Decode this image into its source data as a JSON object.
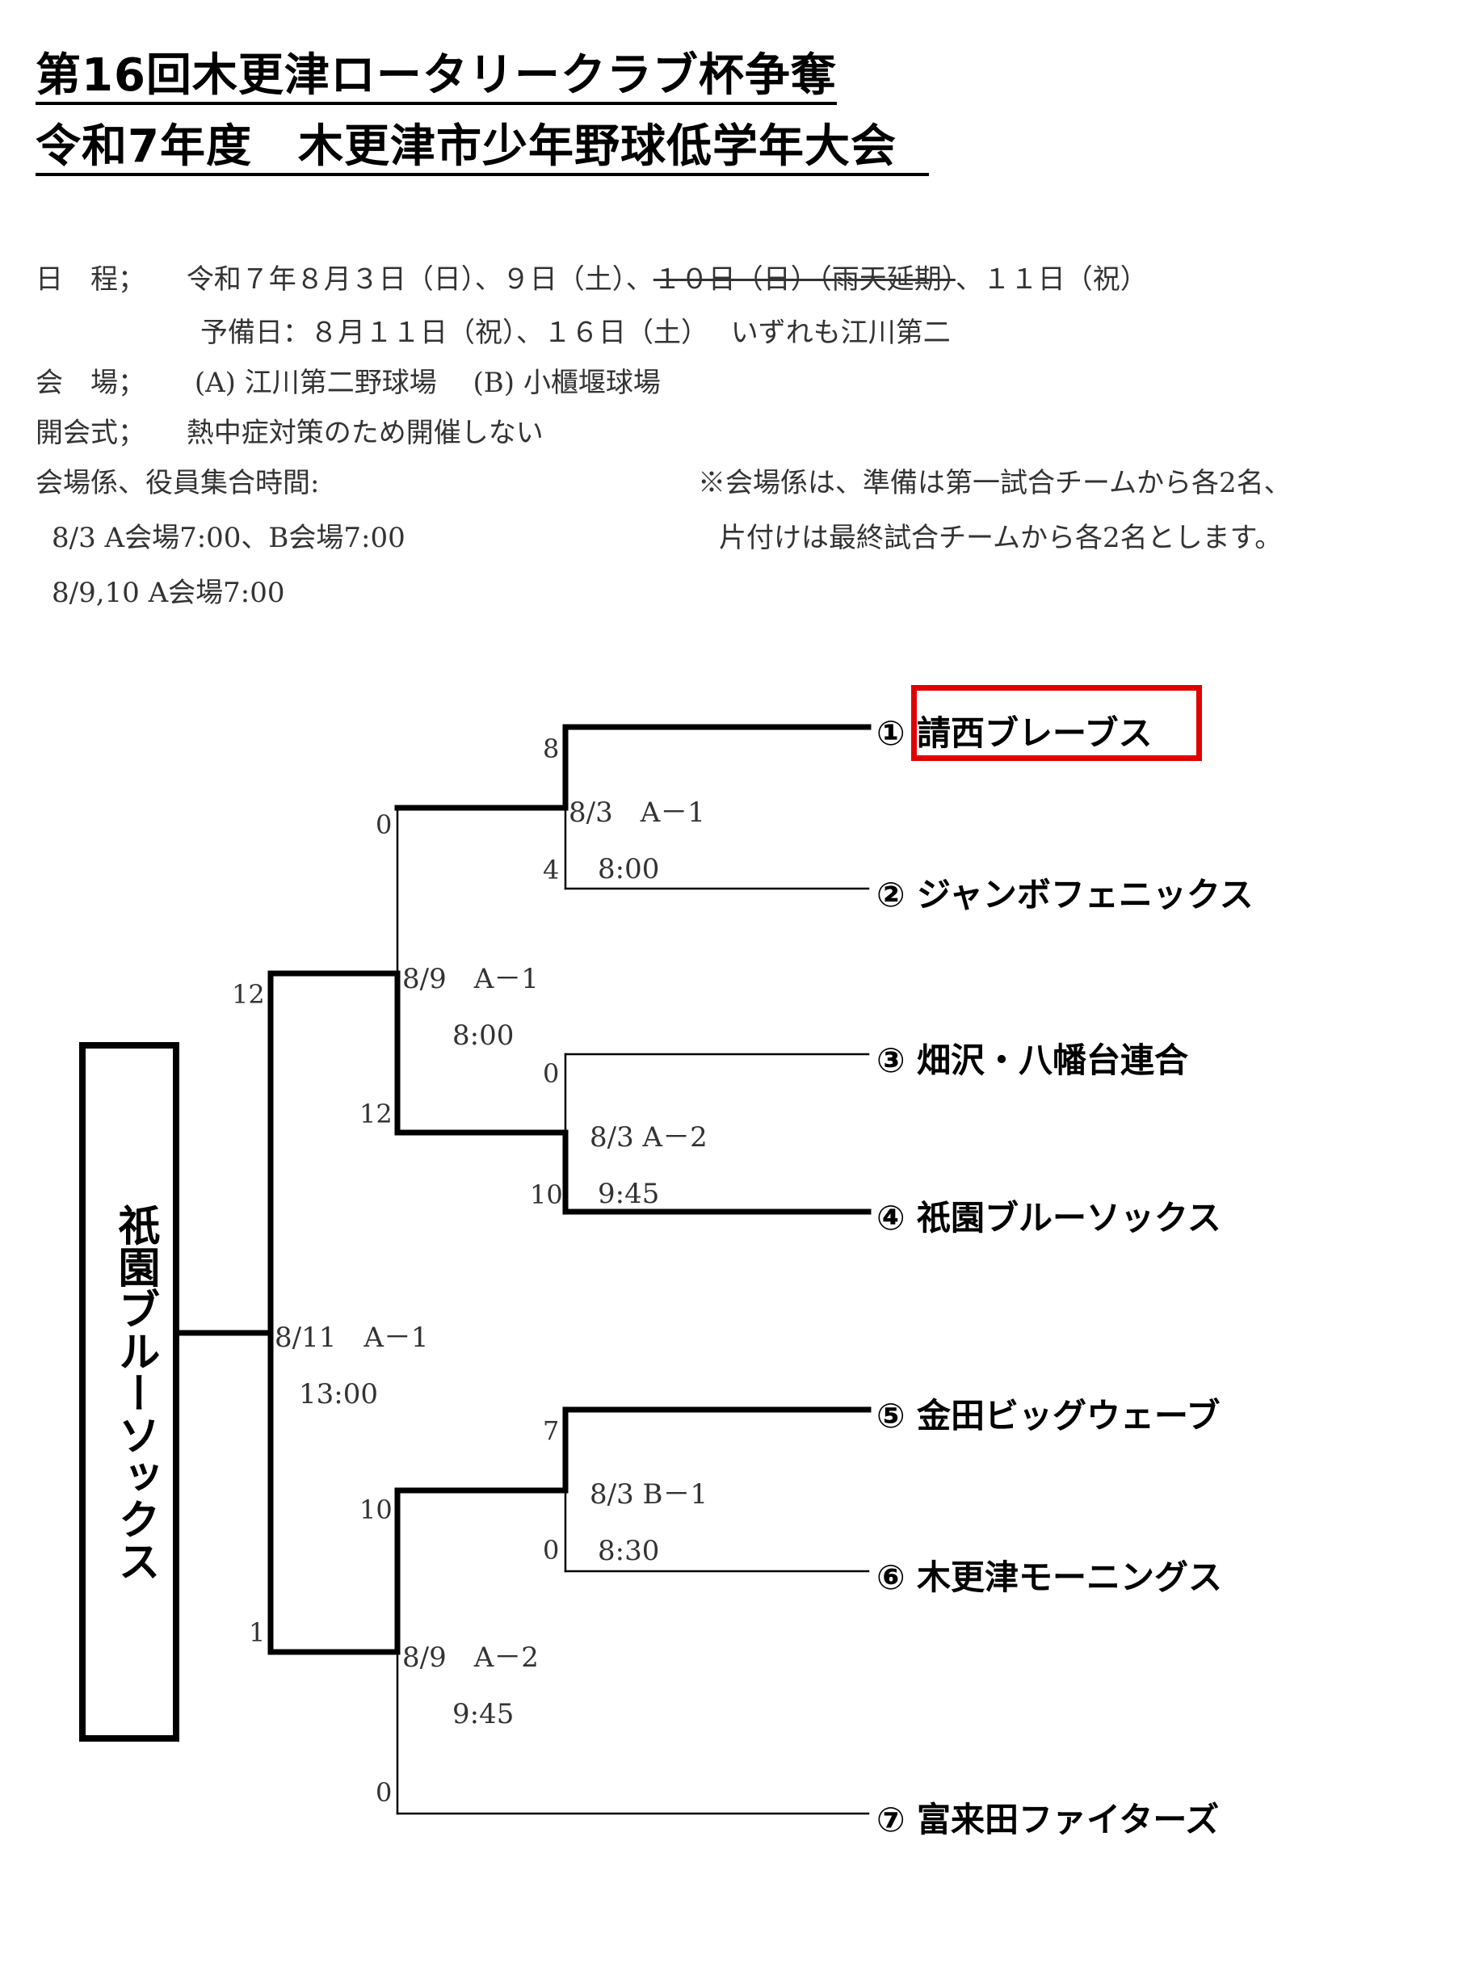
{
  "header": {
    "title_line1": "第16回木更津ロータリークラブ杯争奪",
    "title_line2": "令和7年度　木更津市少年野球低学年大会"
  },
  "info": {
    "schedule_label": "日　程；",
    "schedule_value_a": "令和７年８月３日（日）、９日（土）、",
    "schedule_cancelled": "１０日（日）（雨天延期）",
    "schedule_value_b": "、１１日（祝）",
    "reserve": "予備日：８月１１日（祝）、１６日（土）　 いずれも江川第二",
    "venue_label": "会　場；",
    "venue_value": "(A) 江川第二野球場　 (B) 小櫃堰球場",
    "opening_label": "開会式；",
    "opening_value": "熱中症対策のため開催しない",
    "staff_label": "会場係、役員集合時間:",
    "staff_time1": "8/3 A会場7:00、B会場7:00",
    "staff_time2": "8/9,10  A会場7:00",
    "note1": "※会場係は、準備は第一試合チームから各2名、",
    "note2": "片付けは最終試合チームから各2名とします。"
  },
  "teams": [
    {
      "num": "①",
      "name": "請西ブレーブス"
    },
    {
      "num": "②",
      "name": "ジャンボフェニックス"
    },
    {
      "num": "③",
      "name": "畑沢・八幡台連合"
    },
    {
      "num": "④",
      "name": "祇園ブルーソックス"
    },
    {
      "num": "⑤",
      "name": "金田ビッグウェーブ"
    },
    {
      "num": "⑥",
      "name": "木更津モーニングス"
    },
    {
      "num": "⑦",
      "name": "富来田ファイターズ"
    }
  ],
  "matches": {
    "m1": {
      "label": "8/3　A－1",
      "time": "8:00",
      "score_top": "8",
      "score_bottom": "4"
    },
    "m2": {
      "label": "8/3 A－2",
      "time": "9:45",
      "score_top": "0",
      "score_bottom": "10"
    },
    "m3": {
      "label": "8/3 B－1",
      "time": "8:30",
      "score_top": "7",
      "score_bottom": "0"
    },
    "semi1": {
      "label": "8/9　A－1",
      "time": "8:00",
      "score_top": "0",
      "score_bottom": "12"
    },
    "semi2": {
      "label": "8/9　A－2",
      "time": "9:45",
      "score_top": "10",
      "score_bottom": "0"
    },
    "final": {
      "label": "8/11　A－1",
      "time": "13:00",
      "score_top": "12",
      "score_bottom": "1"
    }
  },
  "champion": "祇園ブルーソックス",
  "highlight_color": "#e00000"
}
